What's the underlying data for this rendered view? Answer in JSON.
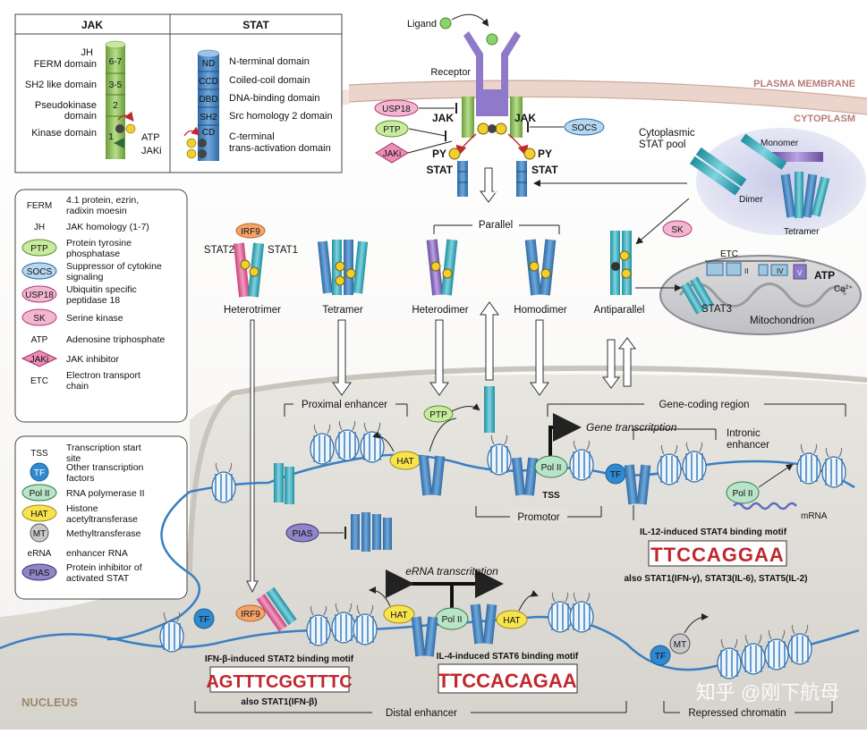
{
  "top": {
    "ligand": "Ligand",
    "receptor": "Receptor",
    "plasma_membrane": "PLASMA MEMBRANE",
    "cytoplasm": "CYTOPLASM",
    "nucleus": "NUCLEUS",
    "jak_left": "JAK",
    "jak_right": "JAK",
    "py1": "PY",
    "py2": "PY",
    "stat_left": "STAT",
    "stat_right": "STAT",
    "usp18": "USP18",
    "ptp": "PTP",
    "jaki": "JAKi",
    "socs": "SOCS",
    "pool_line1": "Cytoplasmic",
    "pool_line2": "STAT pool",
    "monomer": "Monomer",
    "dimer": "Dimer",
    "tetramer": "Tetramer",
    "sk": "SK"
  },
  "jak_box": {
    "title": "JAK",
    "domains": [
      {
        "label": "FERM domain",
        "seg": "6-7",
        "pre": "JH"
      },
      {
        "label": "SH2 like domain",
        "seg": "3-5"
      },
      {
        "label": "Pseudokinase domain",
        "seg": "2"
      },
      {
        "label": "Kinase domain",
        "seg": "1"
      }
    ],
    "atp": "ATP",
    "jaki": "JAKi"
  },
  "stat_box": {
    "title": "STAT",
    "domains": [
      {
        "abbr": "ND",
        "label": "N-terminal domain"
      },
      {
        "abbr": "CCD",
        "label": "Coiled-coil domain"
      },
      {
        "abbr": "DBD",
        "label": "DNA-binding domain"
      },
      {
        "abbr": "SH2",
        "label": "Src homology 2 domain"
      },
      {
        "abbr": "CD",
        "label": "C-terminal trans-activation domain"
      }
    ]
  },
  "legend1": [
    {
      "abbr": "FERM",
      "text": "4.1 protein, ezrin, radixin moesin",
      "style": "plain"
    },
    {
      "abbr": "JH",
      "text": "JAK homology (1-7)",
      "style": "plain"
    },
    {
      "abbr": "PTP",
      "text": "Protein tyrosine phosphatase",
      "style": "green"
    },
    {
      "abbr": "SOCS",
      "text": "Suppressor of cytokine signaling",
      "style": "blue"
    },
    {
      "abbr": "USP18",
      "text": "Ubiquitin specific peptidase 18",
      "style": "pink"
    },
    {
      "abbr": "SK",
      "text": "Serine kinase",
      "style": "pink"
    },
    {
      "abbr": "ATP",
      "text": "Adenosine triphosphate",
      "style": "plain"
    },
    {
      "abbr": "JAKi",
      "text": "JAK inhibitor",
      "style": "diamond"
    },
    {
      "abbr": "ETC",
      "text": "Electron transport chain",
      "style": "plain"
    }
  ],
  "legend2": [
    {
      "abbr": "TSS",
      "text": "Transcription start site",
      "style": "plain"
    },
    {
      "abbr": "TF",
      "text": "Other transcription factors",
      "style": "tf"
    },
    {
      "abbr": "Pol II",
      "text": "RNA polymerase II",
      "style": "pol"
    },
    {
      "abbr": "HAT",
      "text": "Histone acetyltransferase",
      "style": "hat"
    },
    {
      "abbr": "MT",
      "text": "Methyltransferase",
      "style": "mt"
    },
    {
      "abbr": "eRNA",
      "text": "enhancer RNA",
      "style": "plain"
    },
    {
      "abbr": "PIAS",
      "text": "Protein inhibitor of activated STAT",
      "style": "pias"
    }
  ],
  "complexes": {
    "parallel": "Parallel",
    "irf9": "IRF9",
    "stat2": "STAT2",
    "stat1": "STAT1",
    "heterotrimer": "Heterotrimer",
    "tetramer": "Tetramer",
    "heterodimer": "Heterodimer",
    "homodimer": "Homodimer",
    "antiparallel": "Antiparallel",
    "etc": "ETC",
    "stat3": "STAT3",
    "atp": "ATP",
    "ca": "Ca²⁺",
    "mitochondrion": "Mitochondrion"
  },
  "nucleus": {
    "proximal_enhancer": "Proximal enhancer",
    "gene_coding_region": "Gene-coding region",
    "gene_transcription": "Gene transcritption",
    "intronic_line1": "Intronic",
    "intronic_line2": "enhancer",
    "ptp": "PTP",
    "hat": "HAT",
    "pol2": "Pol II",
    "tss": "TSS",
    "tf": "TF",
    "promotor": "Promotor",
    "mrna": "mRNA",
    "il12": "IL-12-induced STAT4 binding motif",
    "also_stat": "also STAT1(IFN-γ), STAT3(IL-6), STAT5(IL-2)",
    "pias": "PIAS",
    "erna": "eRNA transcritption",
    "irf9": "IRF9",
    "ifnb": "IFN-β-induced STAT2 binding motif",
    "also_stat1": "also STAT1(IFN-β)",
    "il4": "IL-4-induced STAT6 binding motif",
    "distal": "Distal enhancer",
    "mt": "MT",
    "repressed": "Repressed chromatin"
  },
  "motifs": {
    "stat4": "TTCCAGGAA",
    "stat2": "AGTTTCGGTTTC",
    "stat6": "TTCCACAGAA"
  },
  "watermark": "知乎 @刚下航母"
}
